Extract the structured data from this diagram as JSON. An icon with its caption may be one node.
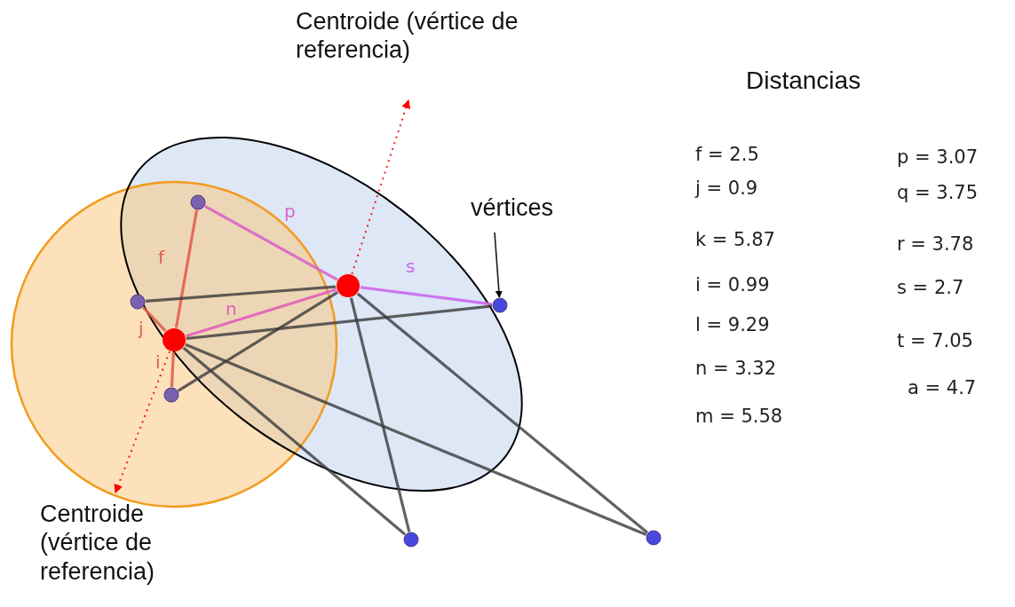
{
  "diagram": {
    "nodes": [
      {
        "text": [
          "Centroide (vértice de referencia)"
        ]
      },
      {
        "text": [
          "vértices"
        ]
      },
      {
        "text": [],
        "shape": "circle"
      },
      {
        "text": [],
        "shape": "circle"
      },
      {
        "text": [],
        "shape": "circle"
      },
      {
        "text": [],
        "shape": "circle"
      },
      {
        "text": [],
        "shape": "circle"
      },
      {
        "text": [],
        "shape": "circle"
      },
      {
        "text": [],
        "shape": "circle"
      },
      {
        "text": [],
        "shape": "circle"
      },
      {
        "text": [
          "Centroide (vértice de referencia)"
        ]
      }
    ],
    "edges": [
      {
        "from": 6,
        "to": 2,
        "arrow": "none",
        "label": "f",
        "color": "#e0604c"
      },
      {
        "from": 6,
        "to": 4,
        "arrow": "none",
        "label": "j",
        "color": "#e0604c"
      },
      {
        "from": 6,
        "to": 7,
        "arrow": "none",
        "label": "i",
        "color": "#e0604c"
      },
      {
        "from": 6,
        "to": 3,
        "arrow": "none",
        "label": "n",
        "color": "#e060b8"
      },
      {
        "from": 3,
        "to": 2,
        "arrow": "none",
        "label": "p",
        "color": "#d865c8"
      },
      {
        "from": 3,
        "to": 5,
        "arrow": "none",
        "label": "s",
        "color": "#cc66ee"
      },
      {
        "from": 3,
        "to": 4,
        "arrow": "none"
      },
      {
        "from": 3,
        "to": 7,
        "arrow": "none"
      },
      {
        "from": 3,
        "to": 9,
        "arrow": "none"
      },
      {
        "from": 3,
        "to": 8,
        "arrow": "none"
      },
      {
        "from": 6,
        "to": 5,
        "arrow": "none"
      },
      {
        "from": 6,
        "to": 9,
        "arrow": "none"
      },
      {
        "from": 6,
        "to": 8,
        "arrow": "none"
      },
      {
        "from": 3,
        "to": 0,
        "arrow": "to",
        "style": "dashed",
        "color": "#ff0000"
      },
      {
        "from": 6,
        "to": 10,
        "arrow": "to",
        "style": "dashed",
        "color": "#ff0000"
      },
      {
        "from": 1,
        "to": 5,
        "arrow": "to",
        "color": "#000000"
      }
    ],
    "labels": [
      "Distancias",
      "f = 2.5",
      "p = 3.07",
      "j = 0.9",
      "q = 3.75",
      "k = 5.87",
      "r = 3.78",
      "i = 0.99",
      "s = 2.7",
      "l = 9.29",
      "t = 7.05",
      "n = 3.32",
      "a = 4.7",
      "m = 5.58"
    ]
  }
}
